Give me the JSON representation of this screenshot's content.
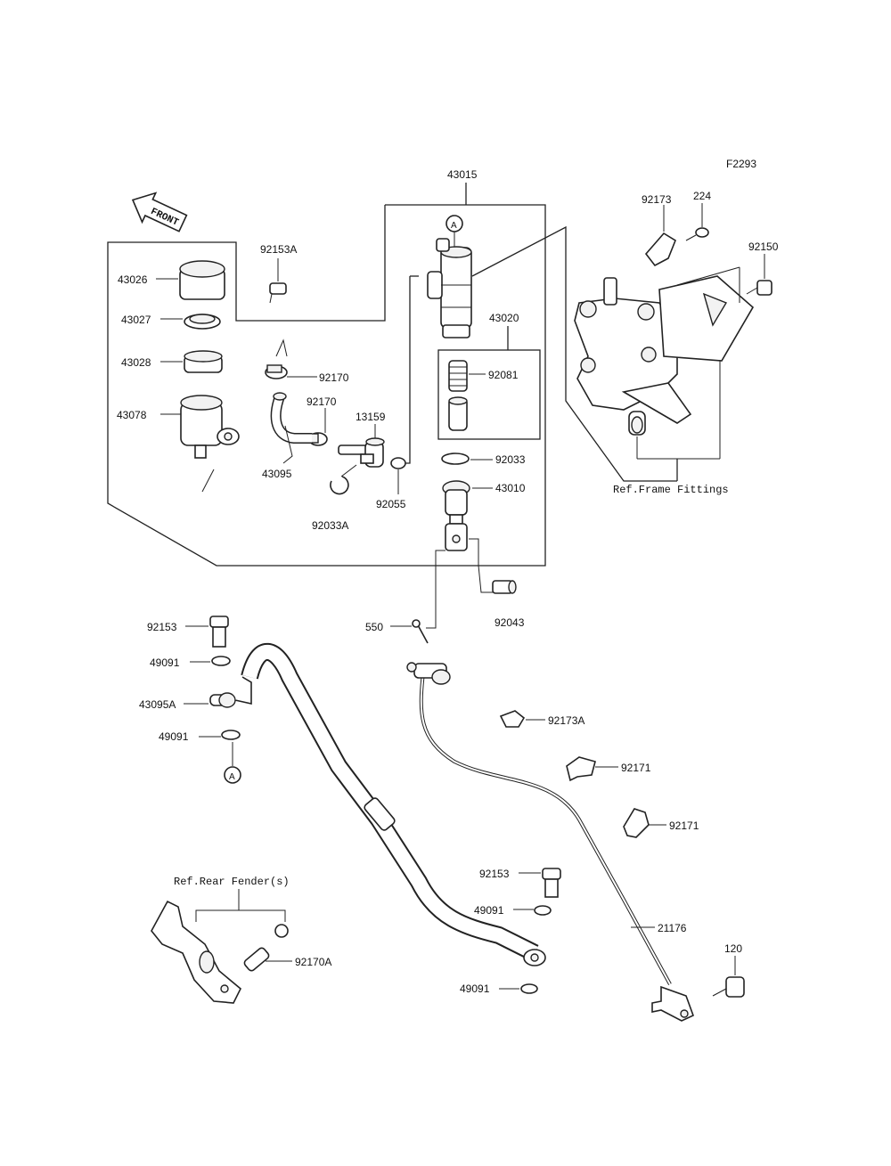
{
  "diagram": {
    "code": "F2293",
    "front_label": "FRONT",
    "ref_frame": "Ref.Frame Fittings",
    "ref_fender": "Ref.Rear Fender(s)",
    "ref_a": "A",
    "parts": {
      "p43015": "43015",
      "p92153A": "92153A",
      "p43026": "43026",
      "p43027": "43027",
      "p43028": "43028",
      "p43078": "43078",
      "p92170a": "92170",
      "p92170b": "92170",
      "p13159": "13159",
      "p43095": "43095",
      "p92033A": "92033A",
      "p92055": "92055",
      "p43020": "43020",
      "p92081": "92081",
      "p92033": "92033",
      "p43010": "43010",
      "p92043": "92043",
      "p550": "550",
      "p92173": "92173",
      "p224": "224",
      "p92150": "92150",
      "p92153a": "92153",
      "p49091a": "49091",
      "p43095A": "43095A",
      "p49091b": "49091",
      "p92173A": "92173A",
      "p92171a": "92171",
      "p92171b": "92171",
      "p92153b": "92153",
      "p49091c": "49091",
      "p21176": "21176",
      "p49091d": "49091",
      "p120": "120",
      "p92170A": "92170A"
    }
  }
}
